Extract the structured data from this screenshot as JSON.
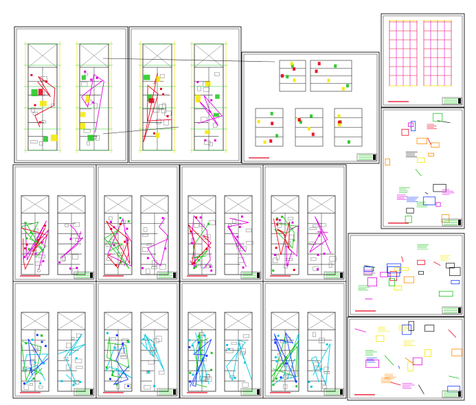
{
  "drawing": {
    "background": "#ffffff",
    "line_color": "#1a1a1a",
    "colors": {
      "red": "#e8001c",
      "green": "#1ec51e",
      "yellow": "#f5e700",
      "magenta": "#e000e0",
      "cyan": "#00c8e0",
      "blue": "#1a3cff",
      "orange": "#ff8a00"
    },
    "sheets": [
      {
        "id": "arch-plans-1",
        "kind": "arch-plan"
      },
      {
        "id": "arch-plans-2",
        "kind": "arch-plan"
      },
      {
        "id": "sections-elevations",
        "kind": "elevation"
      },
      {
        "id": "structural-plan",
        "kind": "structure"
      },
      {
        "id": "details-1",
        "kind": "details"
      },
      {
        "id": "electric-1",
        "kind": "installations"
      },
      {
        "id": "electric-2",
        "kind": "installations"
      },
      {
        "id": "electric-3",
        "kind": "installations"
      },
      {
        "id": "electric-4",
        "kind": "installations"
      },
      {
        "id": "details-2",
        "kind": "details"
      },
      {
        "id": "sanitary-1",
        "kind": "installations"
      },
      {
        "id": "sanitary-2",
        "kind": "installations"
      },
      {
        "id": "sanitary-3",
        "kind": "installations"
      },
      {
        "id": "sanitary-4",
        "kind": "installations"
      },
      {
        "id": "details-3",
        "kind": "details"
      }
    ]
  }
}
